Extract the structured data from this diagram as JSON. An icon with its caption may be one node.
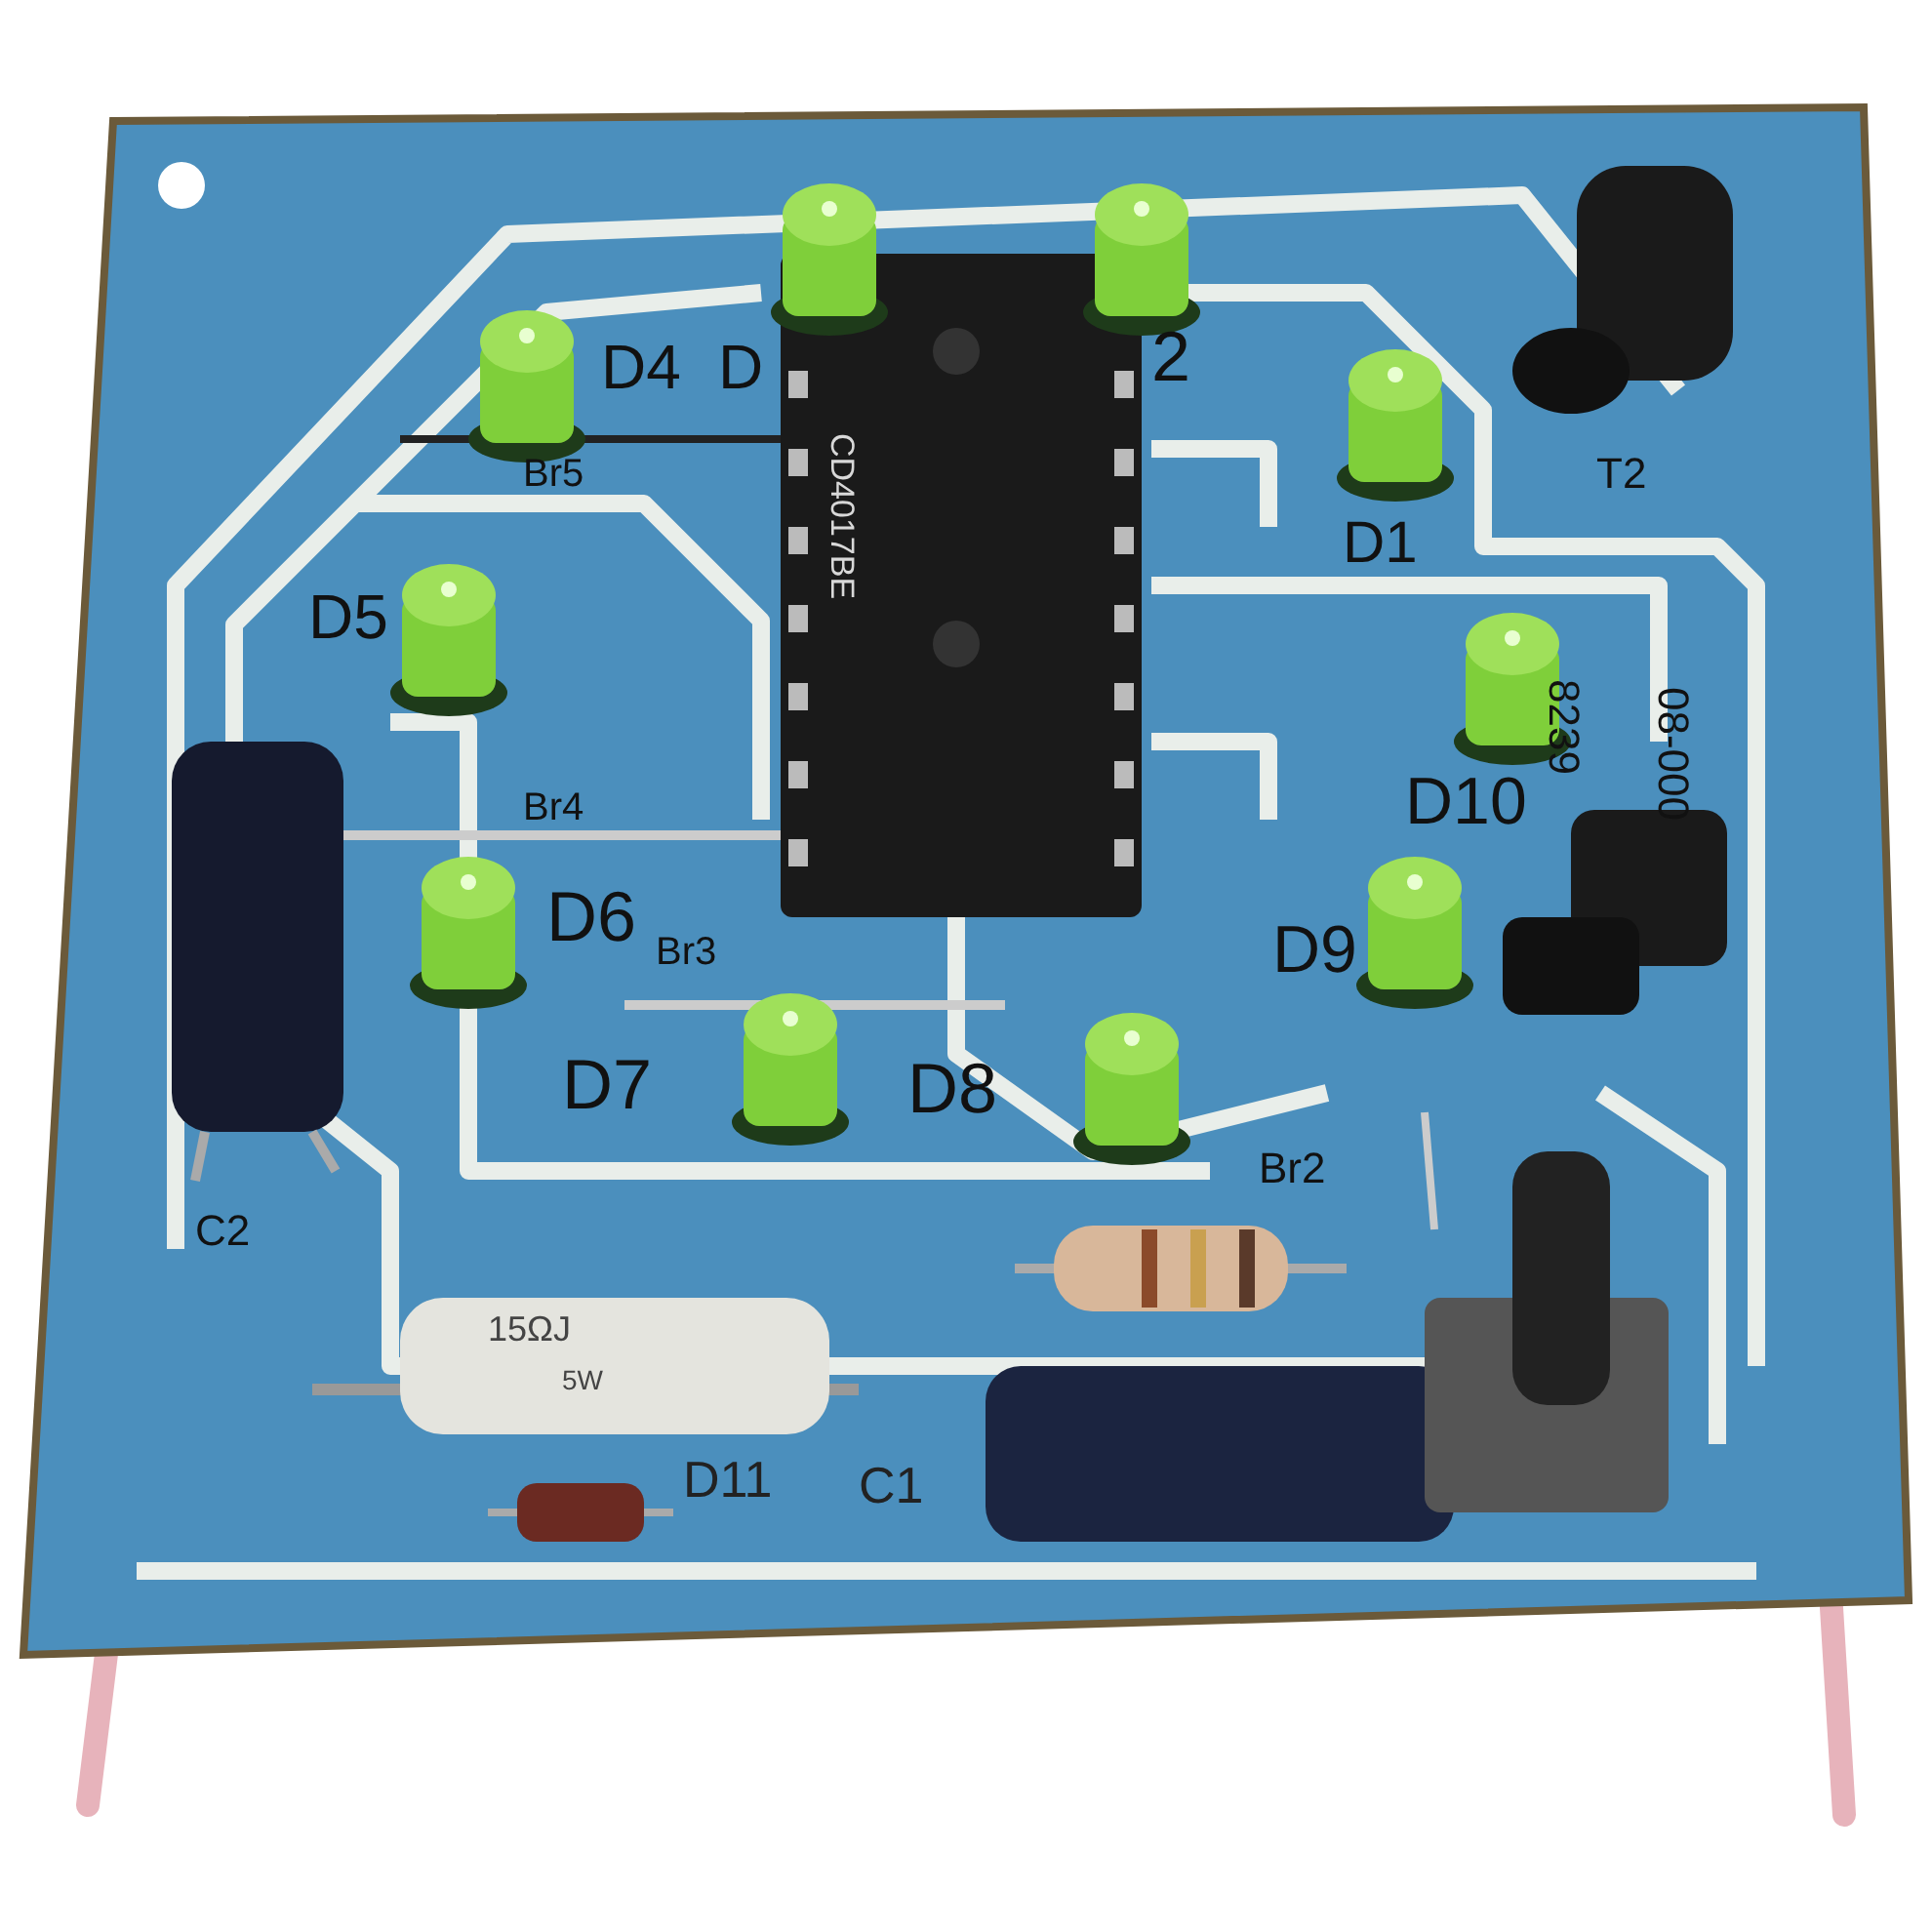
{
  "diagram": {
    "labels": [
      "D4",
      "D",
      "2",
      "Br5",
      "D1",
      "T2",
      "D5",
      "CD4017BE",
      "8239",
      "08-000",
      "D10",
      "Br4",
      "D6",
      "D9",
      "Br3",
      "D7",
      "D8",
      "Br2",
      "C2",
      "15ΩJ",
      "5W",
      "D11",
      "C1"
    ]
  }
}
